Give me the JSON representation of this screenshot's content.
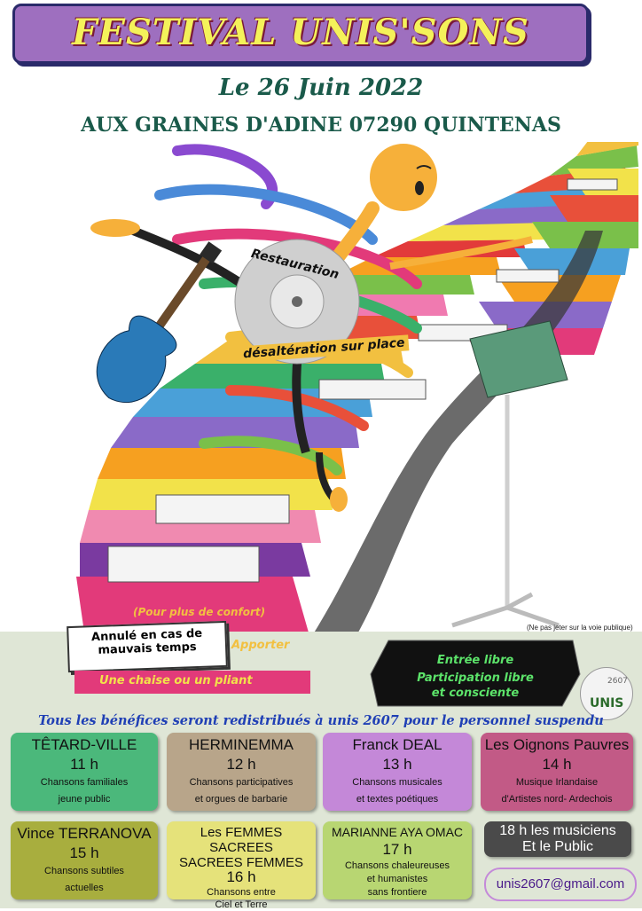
{
  "header": {
    "title": "FESTIVAL UNIS'SONS",
    "date": "Le 26 Juin 2022",
    "venue": "AUX GRAINES D'ADINE 07290 QUINTENAS"
  },
  "illustration": {
    "restauration": "Restauration",
    "desalteration": "désaltération sur place",
    "confort": "(Pour plus de confort)",
    "annule_line1": "Annulé en cas de",
    "annule_line2": "mauvais temps",
    "apporter": "Apporter",
    "chaise": "Une chaise ou un pliant",
    "ne_pas_jeter": "(Ne pas jeter sur la voie publique)",
    "entree_libre": "Entrée libre",
    "participation_line1": "Participation libre",
    "participation_line2": "et consciente",
    "logo_text": "UNIS",
    "logo_num": "2607"
  },
  "benefits": "Tous les bénéfices seront redistribués à unis 2607 pour le personnel suspendu",
  "artists": [
    {
      "name": "TÊTARD-VILLE",
      "time": "11 h",
      "desc1": "Chansons familiales",
      "desc2": "jeune public",
      "color": "#4bb87b"
    },
    {
      "name": "HERMINEMMA",
      "time": "12 h",
      "desc1": "Chansons participatives",
      "desc2": "et orgues de barbarie",
      "color": "#b8a58a"
    },
    {
      "name": "Franck DEAL",
      "time": "13 h",
      "desc1": "Chansons musicales",
      "desc2": "et textes poétiques",
      "color": "#c488d8"
    },
    {
      "name": "Les Oignons Pauvres",
      "time": "14 h",
      "desc1": "Musique Irlandaise",
      "desc2": "d'Artistes nord- Ardechois",
      "color": "#c25a86"
    },
    {
      "name": "Vince TERRANOVA",
      "time": "15 h",
      "desc1": "Chansons subtiles",
      "desc2": "actuelles",
      "color": "#a8ae3e"
    },
    {
      "name": "Les FEMMES SACREES",
      "name2": "SACREES FEMMES",
      "time": "16 h",
      "desc1": "Chansons entre",
      "desc2": "Ciel et Terre",
      "color": "#e5e27a"
    },
    {
      "name": "MARIANNE AYA OMAC",
      "time": "17 h",
      "desc1": "Chansons chaleureuses",
      "desc2": "et humanistes",
      "desc3": "sans frontiere",
      "color": "#b8d672"
    },
    {
      "name": "18 h  les musiciens",
      "name2": "Et le Public",
      "color": "#4a4a4a"
    }
  ],
  "email": "unis2607@gmail.com",
  "colors": {
    "banner": "#9e6fbf",
    "title": "#f4f25a",
    "teal_text": "#1a5a4a",
    "benefits_text": "#1f3fb5"
  }
}
